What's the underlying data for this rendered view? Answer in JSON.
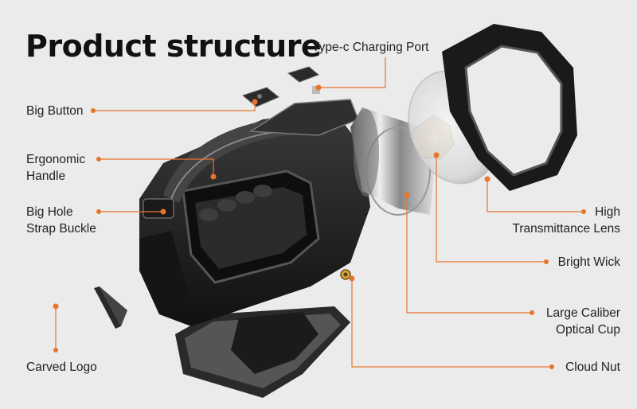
{
  "title": "Product structure",
  "labels": {
    "type_c_port": "Type-c Charging Port",
    "big_button": "Big Button",
    "ergonomic_handle_line1": "Ergonomic",
    "ergonomic_handle_line2": "Handle",
    "strap_buckle_line1": "Big Hole",
    "strap_buckle_line2": "Strap Buckle",
    "carved_logo": "Carved Logo",
    "lens_line1": "High",
    "lens_line2": "Transmittance Lens",
    "bright_wick": "Bright Wick",
    "optical_cup_line1": "Large Caliber",
    "optical_cup_line2": "Optical Cup",
    "cloud_nut": "Cloud Nut"
  },
  "colors": {
    "background": "#ebebeb",
    "leader_line": "#e8742c",
    "text": "#222222",
    "body": "#1c1c1c",
    "metal": "#b8b8b8"
  }
}
